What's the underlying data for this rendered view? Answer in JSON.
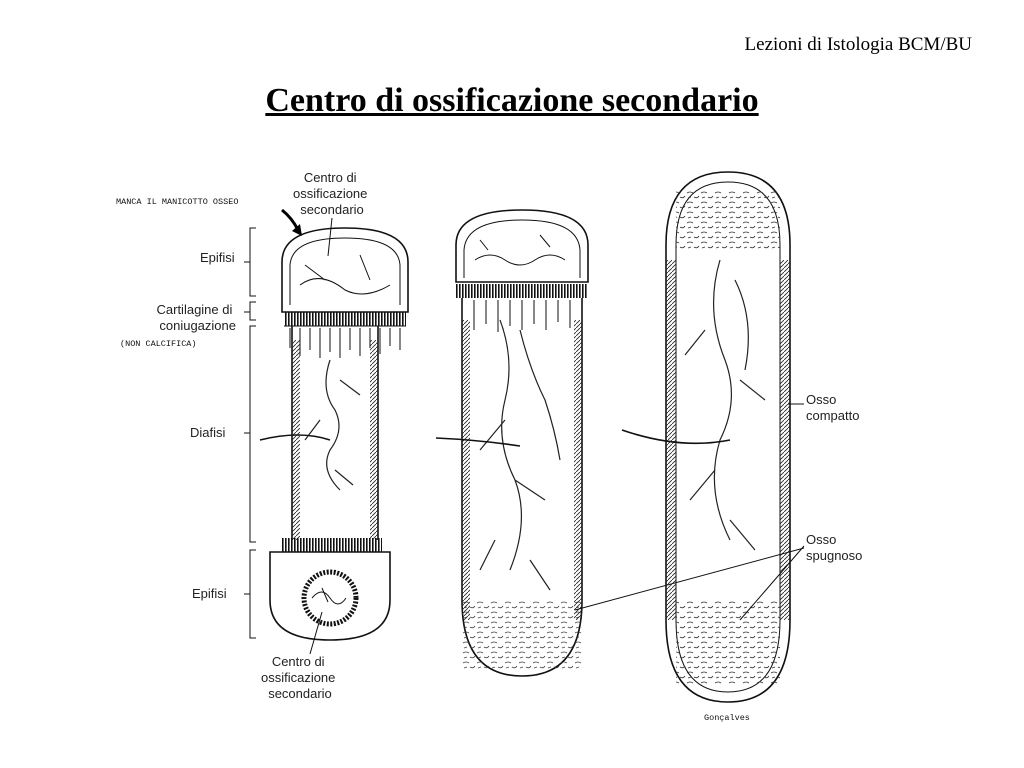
{
  "header": {
    "note": "Lezioni di Istologia BCM/BU",
    "title": "Centro di ossificazione secondario"
  },
  "figure": {
    "annotations": {
      "manca": "MANCA IL MANICOTTO OSSEO",
      "non_calcifica": "(NON CALCIFICA)"
    },
    "labels": {
      "centro_top": [
        "Centro di",
        "ossificazione",
        "secondario"
      ],
      "epifisi_top": "Epifisi",
      "cartilagine": [
        "Cartilagine di",
        "coniugazione"
      ],
      "diafisi": "Diafisi",
      "epifisi_bottom": "Epifisi",
      "centro_bottom": [
        "Centro di",
        "ossificazione",
        "secondario"
      ],
      "osso_compatto": [
        "Osso",
        "compatto"
      ],
      "osso_spugnoso": [
        "Osso",
        "spugnoso"
      ],
      "signature": "Gonçalves"
    }
  }
}
